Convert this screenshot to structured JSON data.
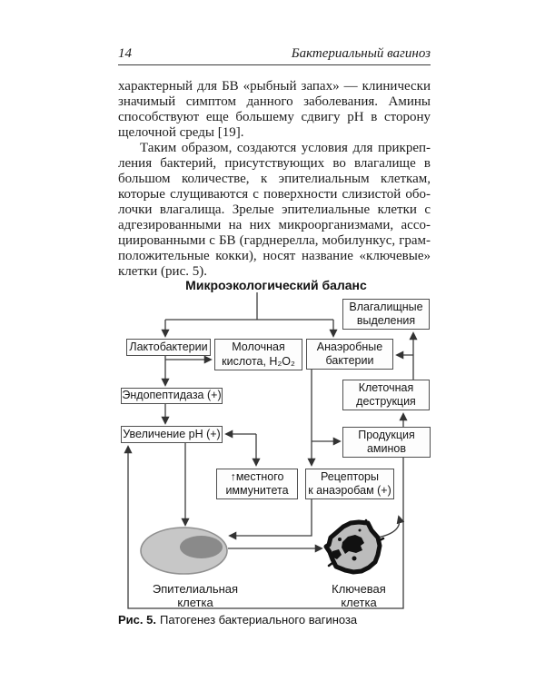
{
  "header": {
    "page_number": "14",
    "running_title": "Бактериальный вагиноз"
  },
  "body": {
    "paragraph1_lines": [
      "характерный для БВ «рыбный запах» — клинически",
      "значимый симптом данного заболевания. Амины",
      "способствуют еще большему сдвигу pH в сторону",
      "щелочной среды [19]."
    ],
    "paragraph2_lines": [
      "Таким образом, создаются условия для прикреп-",
      "ления бактерий, присутствующих во влагалище в",
      "большом количестве, к эпителиальным клеткам,",
      "которые слущиваются с поверхности слизистой обо-",
      "лочки влагалища. Зрелые эпителиальные клетки с",
      "адгезированными на них микроорганизмами, ассо-",
      "циированными с БВ (гарднерелла, мобилункус, грам-",
      "положительные кокки), носят название «ключевые»",
      "клетки (рис. 5)."
    ]
  },
  "figure": {
    "title": "Микроэкологический баланс",
    "boxes": {
      "vaginal_discharge": {
        "line1": "Влагалищные",
        "line2": "выделения"
      },
      "lactobacteria": {
        "line1": "Лактобактерии"
      },
      "lactic_acid": {
        "line1": "Молочная",
        "line2": "кислота, H₂O₂"
      },
      "anaerobic_bacteria": {
        "line1": "Анаэробные",
        "line2": "бактерии"
      },
      "cell_destruction": {
        "line1": "Клеточная",
        "line2": "деструкция"
      },
      "endopeptidase": {
        "line1": "Эндопептидаза (+)"
      },
      "ph_increase": {
        "line1": "Увеличение pH (+)"
      },
      "amine_production": {
        "line1": "Продукция",
        "line2": "аминов"
      },
      "local_immunity": {
        "line1": "↑местного",
        "line2": "иммунитета"
      },
      "anaerobe_receptors": {
        "line1": "Рецепторы",
        "line2": "к анаэробам (+)"
      }
    },
    "cell_labels": {
      "epithelial": {
        "line1": "Эпителиальная",
        "line2": "клетка"
      },
      "key": {
        "line1": "Ключевая",
        "line2": "клетка"
      }
    },
    "caption": {
      "label": "Рис. 5.",
      "text": "Патогенез бактериального вагиноза"
    }
  },
  "colors": {
    "text": "#1c1c1c",
    "diagram_line": "#3c3c3c",
    "box_border": "#4f4f4f",
    "epithelial_fill": "#c7c7c7",
    "nucleus_fill": "#8a8a8a",
    "key_cell_fill": "#bcbcbc",
    "key_cell_border": "#111111"
  }
}
